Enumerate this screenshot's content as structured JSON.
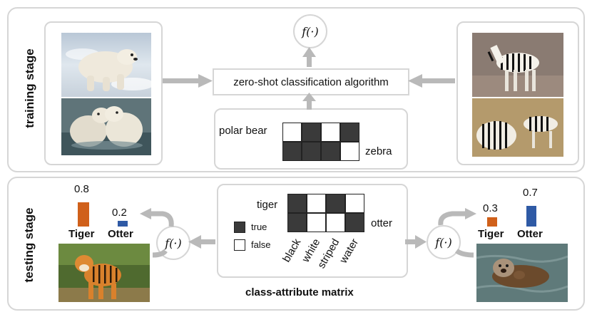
{
  "stages": {
    "training": "training stage",
    "testing": "testing stage"
  },
  "function_label": "f(·)",
  "algorithm": "zero-shot classification algorithm",
  "training_matrix": {
    "row1_label": "polar bear",
    "row2_label": "zebra",
    "row1": [
      0,
      1,
      0,
      1
    ],
    "row2": [
      1,
      1,
      1,
      0
    ]
  },
  "testing_matrix": {
    "row1_label": "tiger",
    "row2_label": "otter",
    "row1": [
      1,
      0,
      1,
      0
    ],
    "row2": [
      1,
      0,
      0,
      1
    ],
    "columns": [
      "black",
      "white",
      "striped",
      "water"
    ],
    "legend_true": "true",
    "legend_false": "false",
    "caption": "class-attribute matrix"
  },
  "tiger_prediction": {
    "chart_data": {
      "type": "bar",
      "categories": [
        "Tiger",
        "Otter"
      ],
      "values": [
        0.8,
        0.2
      ],
      "value_labels": [
        "0.8",
        "0.2"
      ],
      "colors": [
        "#d0601a",
        "#2f5aa5"
      ]
    }
  },
  "otter_prediction": {
    "chart_data": {
      "type": "bar",
      "categories": [
        "Tiger",
        "Otter"
      ],
      "values": [
        0.3,
        0.7
      ],
      "value_labels": [
        "0.3",
        "0.7"
      ],
      "colors": [
        "#d0601a",
        "#2f5aa5"
      ]
    }
  },
  "colors": {
    "border": "#d6d6d6",
    "arrow": "#b9b9b9",
    "filled_cell": "#3a3a3a",
    "tiger_bar": "#d0601a",
    "otter_bar": "#2f5aa5"
  }
}
